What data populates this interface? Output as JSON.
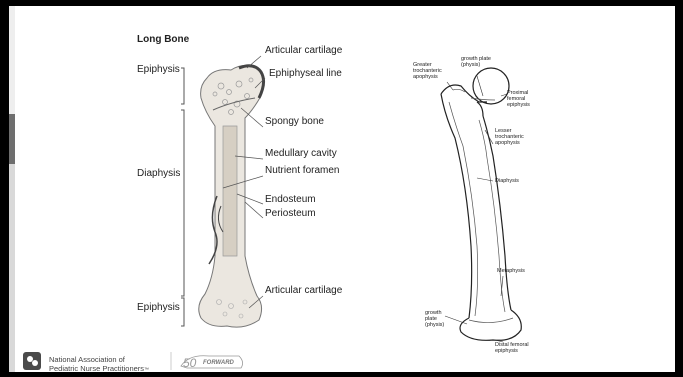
{
  "left_diagram": {
    "title": "Long Bone",
    "regions": {
      "epiphysis_top": "Epiphysis",
      "diaphysis": "Diaphysis",
      "epiphysis_bottom": "Epiphysis"
    },
    "labels": {
      "articular_cartilage_top": "Articular cartilage",
      "epiphyseal_line": "Ephiphyseal line",
      "spongy_bone": "Spongy bone",
      "medullary_cavity": "Medullary cavity",
      "nutrient_foramen": "Nutrient foramen",
      "endosteum": "Endosteum",
      "periosteum": "Periosteum",
      "articular_cartilage_bottom": "Articular cartilage"
    }
  },
  "right_diagram": {
    "labels": {
      "growth_plate_top_1": "growth plate",
      "growth_plate_top_2": "(physis)",
      "greater_troch_1": "Greater",
      "greater_troch_2": "trochanteric",
      "greater_troch_3": "apophysis",
      "prox_fem_1": "Proximal",
      "prox_fem_2": "femoral",
      "prox_fem_3": "epiphysis",
      "lesser_troch_1": "Lesser",
      "lesser_troch_2": "trochanteric",
      "lesser_troch_3": "apophysis",
      "diaphysis": "Diaphysis",
      "metaphysis": "Metaphysis",
      "growth_plate_bottom_1": "growth",
      "growth_plate_bottom_2": "plate",
      "growth_plate_bottom_3": "(physis)",
      "distal_fem_1": "Distal femoral",
      "distal_fem_2": "epiphysis"
    }
  },
  "footer": {
    "org_line1": "National Association of",
    "org_line2": "Pediatric Nurse Practitioners",
    "tm": "™",
    "badge_number": "50",
    "badge_word": "FORWARD"
  }
}
